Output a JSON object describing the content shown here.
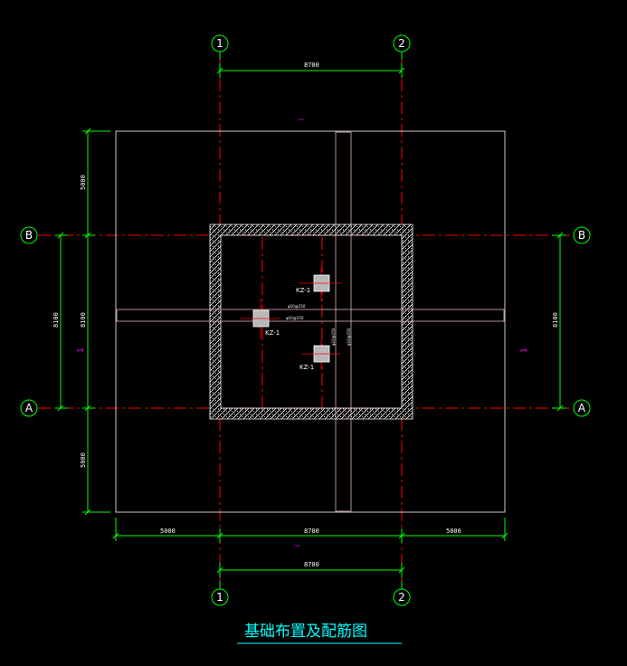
{
  "grid_axes": {
    "vertical": [
      "1",
      "2"
    ],
    "horizontal": [
      "A",
      "B"
    ]
  },
  "dimensions": {
    "top_span": "8700",
    "bottom_span": "8700",
    "bottom_left": "5000",
    "bottom_middle": "8700",
    "bottom_right": "5000",
    "left_top": "5000",
    "left_middle": "8100",
    "left_bottom": "5000",
    "left_inner": "8100",
    "right_span": "8100"
  },
  "section_marks": {
    "top": "~",
    "bottom": "~",
    "left": "1",
    "right": "1"
  },
  "columns": [
    {
      "label": "KZ-1"
    },
    {
      "label": "KZ-1"
    },
    {
      "label": "KZ-1"
    }
  ],
  "beam_labels": [
    "φ10@150",
    "φ10@150",
    "φ10@150",
    "φ10@150"
  ],
  "title": "基础布置及配筋图",
  "colors": {
    "background": "#000000",
    "dimension": "#00ff00",
    "axis": "#ff0000",
    "outline": "#ffffff",
    "title": "#00ffff",
    "marker": "#ff00ff"
  }
}
